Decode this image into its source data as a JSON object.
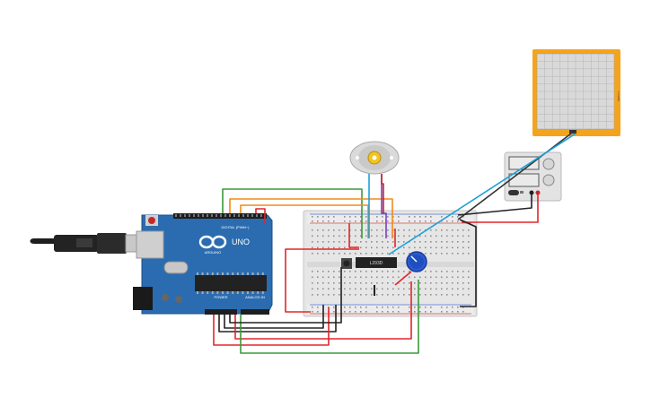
{
  "arduino": {
    "brand": "UNO",
    "logo_text": "ARDUINO",
    "digital_label": "DIGITAL (PWM~)",
    "power_label": "POWER",
    "analog_label": "ANALOG IN"
  },
  "ic": {
    "label": "L293D"
  },
  "oscilloscope": {
    "side_label": "1 ms/div"
  },
  "power_supply": {
    "display_1": "",
    "display_2": ""
  },
  "colors": {
    "board": "#2b6cb0",
    "breadboard": "#e6e6e6",
    "oscilloscope_frame": "#f4a41c",
    "wire_red": "#e0262b",
    "wire_green": "#3a9a3a",
    "wire_orange": "#f08a1c",
    "wire_black": "#222222",
    "wire_blue": "#1ea0d8",
    "wire_purple": "#7b3fbf",
    "wire_gray": "#8a8a8a"
  }
}
